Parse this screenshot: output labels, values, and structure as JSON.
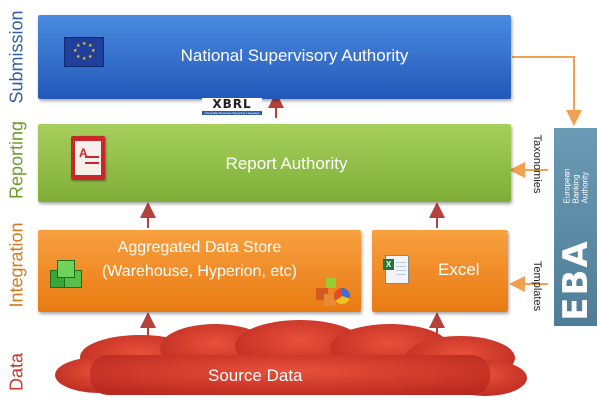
{
  "layers": {
    "submission": "Submission",
    "reporting": "Reporting",
    "integration": "Integration",
    "data": "Data"
  },
  "boxes": {
    "nsa": "National Supervisory Authority",
    "report_authority": "Report Authority",
    "aggregated_line1": "Aggregated Data Store",
    "aggregated_line2": "(Warehouse, Hyperion, etc)",
    "excel": "Excel",
    "source_data": "Source Data"
  },
  "side_labels": {
    "taxonomies": "Taxonomies",
    "templates": "Templates"
  },
  "xbrl": {
    "logo": "XBRL",
    "tagline": "eXtensible Business Reporting Language"
  },
  "eba": {
    "logo": "EBA",
    "name_line1": "European",
    "name_line2": "Banking",
    "name_line3": "Authority"
  },
  "colors": {
    "nsa": "#2f6fcf",
    "report": "#8fbe4a",
    "integration": "#f08a1c",
    "source": "#d63a2a",
    "eba": "#5a8aa6",
    "arrow_red": "#b5413b",
    "arrow_orange": "#f0a050",
    "submission_text": "#2f5fa8",
    "reporting_text": "#6a9e2a",
    "integration_text": "#d87a1a",
    "data_text": "#c8382a"
  }
}
